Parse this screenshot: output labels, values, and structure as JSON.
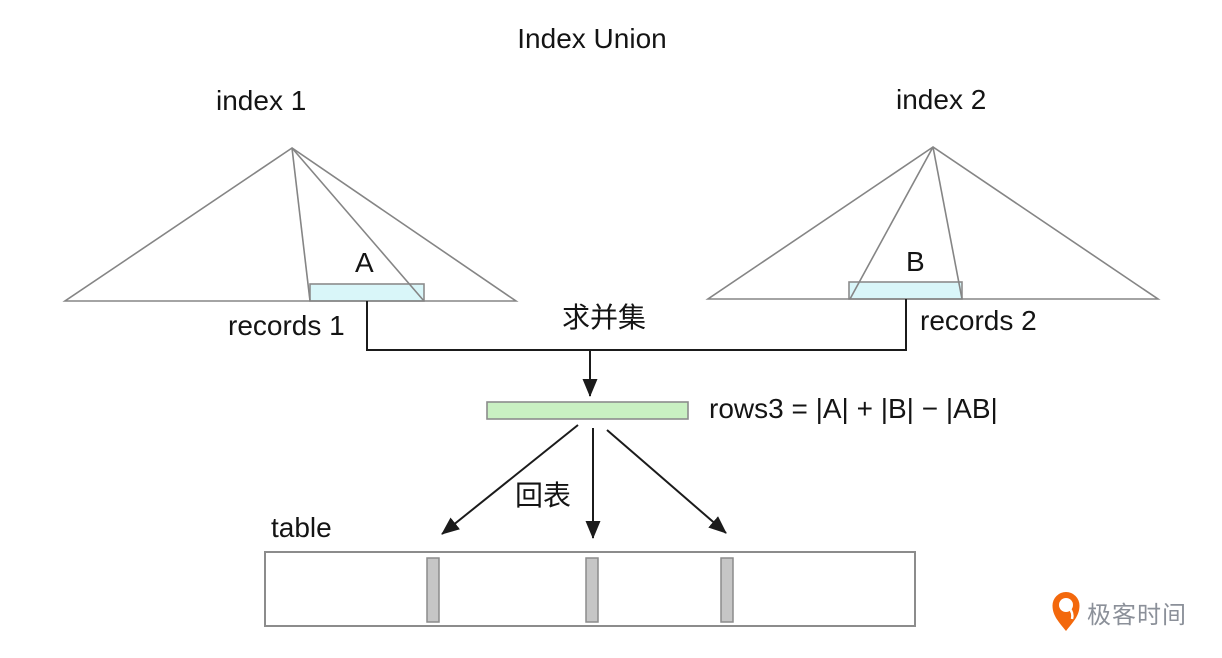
{
  "title": "Index Union",
  "index1": {
    "label": "index 1",
    "range_label": "A",
    "records_label": "records 1"
  },
  "index2": {
    "label": "index 2",
    "range_label": "B",
    "records_label": "records 2"
  },
  "union": {
    "operation_label": "求并集",
    "formula": "rows3 = |A| + |B| − |AB|"
  },
  "back_to_table_label": "回表",
  "table_label": "table",
  "logo": {
    "brand_text": "极客时间"
  },
  "colors": {
    "range_highlight_fill": "#d9f6f9",
    "result_fill": "#c9f0c2",
    "table_cell_fill": "#c6c6c6",
    "logo_orange": "#f3680c",
    "logo_text_gray": "#8b9099",
    "tree_line_gray": "#858585",
    "connector_black": "#1b1b1b"
  }
}
